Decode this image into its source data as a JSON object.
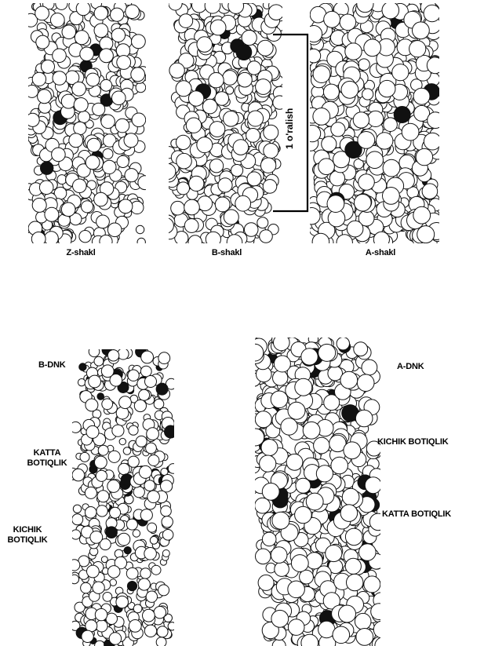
{
  "top_panel": {
    "z_label": "Z-shakl",
    "b_label": "B-shakl",
    "a_label": "A-shakl",
    "rise_label": "1 o'ralish"
  },
  "bottom_panel": {
    "b_dna_label": "B-DNK",
    "a_dna_label": "A-DNK",
    "left_major_groove_1": "KATTA",
    "left_major_groove_2": "BOTIQLIK",
    "left_minor_groove_1": "KICHIK",
    "left_minor_groove_2": "BOTIQLIK",
    "right_minor_groove": "KICHIK BOTIQLIK",
    "right_major_groove": "KATTA BOTIQLIK"
  }
}
